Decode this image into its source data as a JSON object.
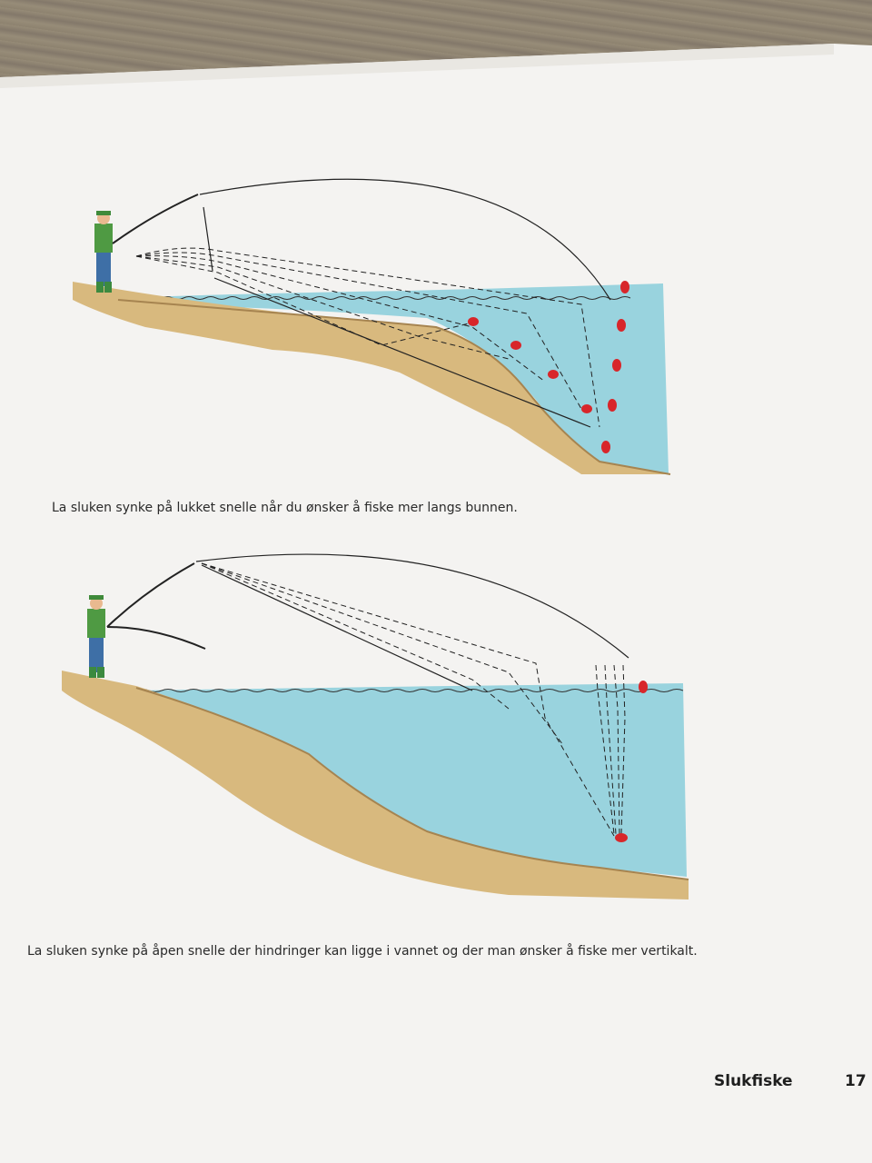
{
  "page": {
    "paper_color": "#f4f3f1",
    "water_color": "#8fcfdc",
    "shore_color": "#d8b97e",
    "lure_color": "#d8262a"
  },
  "figures": [
    {
      "caption": "La sluken synke på lukket snelle når du ønsker å fiske mer langs bunnen."
    },
    {
      "caption": "La sluken synke på åpen snelle der hindringer kan ligge i vannet og der man ønsker å fiske mer vertikalt."
    }
  ],
  "footer": {
    "section_title": "Slukfiske",
    "page_number": "17"
  }
}
